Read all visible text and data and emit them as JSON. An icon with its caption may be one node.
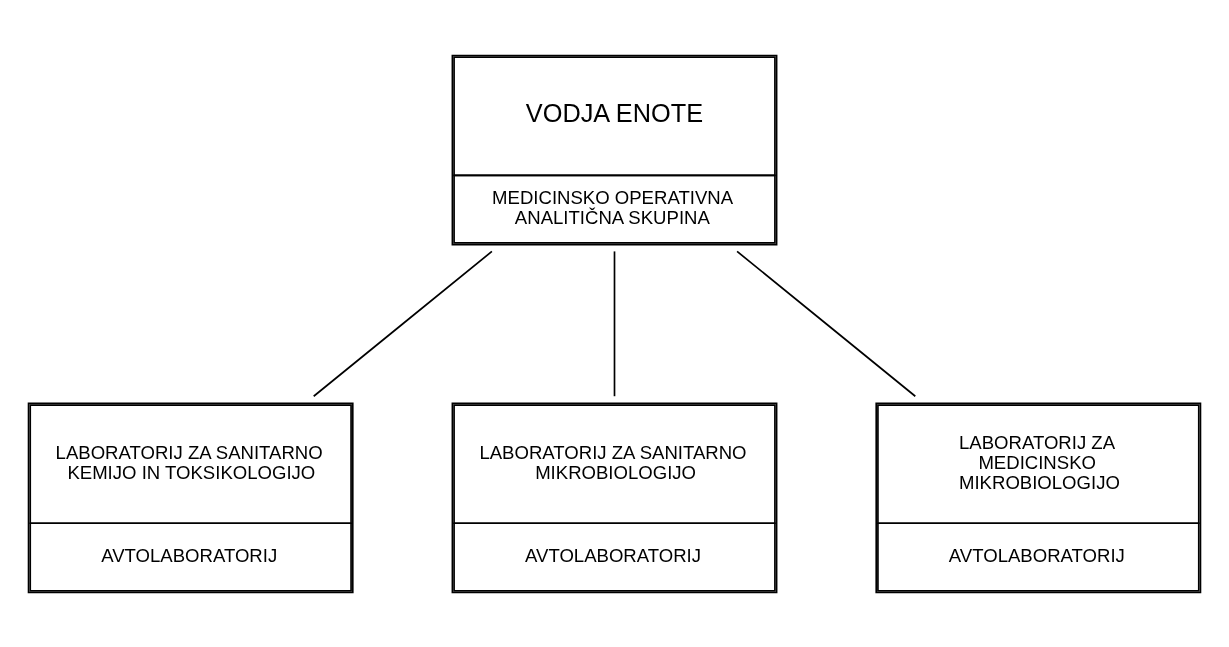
{
  "diagram": {
    "nodes": [
      {
        "text": [
          "VODJA ENOTE",
          "MEDICINSKO OPERATIVNA ANALITIČNA SKUPINA"
        ]
      },
      {
        "text": [
          "LABORATORIJ ZA SANITARNO KEMIJO IN TOKSIKOLOGIJO",
          "AVTOLABORATORIJ"
        ]
      },
      {
        "text": [
          "LABORATORIJ ZA SANITARNO MIKROBIOLOGIJO",
          "AVTOLABORATORIJ"
        ]
      },
      {
        "text": [
          "LABORATORIJ ZA MEDICINSKO MIKROBIOLOGIJO",
          "AVTOLABORATORIJ"
        ]
      }
    ],
    "edges": [
      {
        "from": 0,
        "to": 1,
        "arrow": "none"
      },
      {
        "from": 0,
        "to": 2,
        "arrow": "none"
      },
      {
        "from": 0,
        "to": 3,
        "arrow": "none"
      }
    ]
  }
}
